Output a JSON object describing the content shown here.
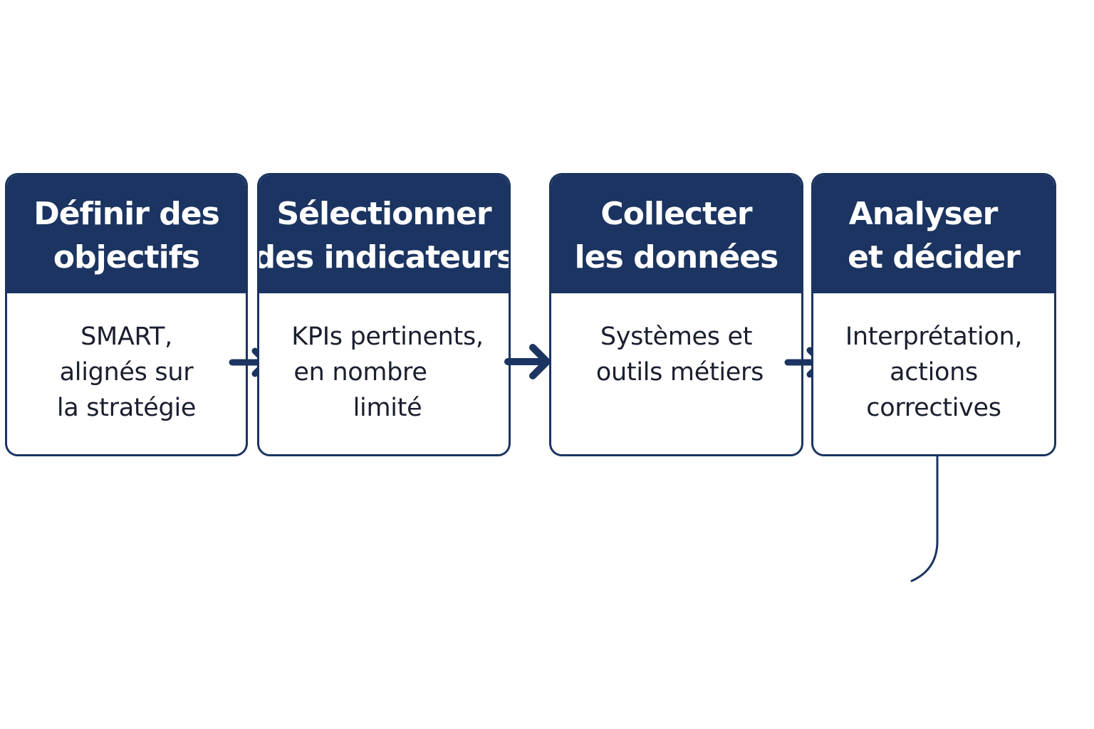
{
  "colors": {
    "header_bg": "#1b3461",
    "border": "#1b3461",
    "arrow": "#1b3461",
    "header_text": "#ffffff",
    "body_text": "#1a1f2e",
    "background": "#ffffff"
  },
  "steps": [
    {
      "title": [
        "Définir des",
        "objectifs"
      ],
      "description": [
        "SMART,",
        "alignés sur",
        "la stratégie"
      ]
    },
    {
      "title": [
        "Sélectionner",
        "des indicateurs"
      ],
      "description": [
        "KPIs pertinents,",
        "en nombre",
        "limité"
      ]
    },
    {
      "title": [
        "Collecter",
        "les données"
      ],
      "description": [
        "Systèmes et",
        "outils métiers"
      ]
    },
    {
      "title": [
        "Analyser",
        "et décider"
      ],
      "description": [
        "Interprétation,",
        "actions",
        "correctives"
      ]
    }
  ],
  "icons": {
    "arrow": "arrow-right-icon",
    "connector": "feedback-connector-line"
  }
}
